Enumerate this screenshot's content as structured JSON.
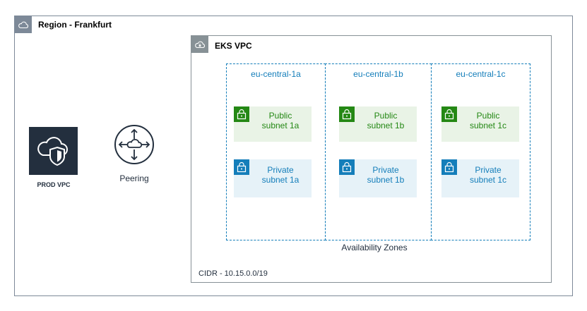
{
  "region": {
    "title": "Region - Frankfurt",
    "icon": "cloud-icon",
    "border_color": "#7d8998"
  },
  "prod_vpc": {
    "label": "PROD VPC",
    "icon": "vpc-shield-icon",
    "bg_color": "#232f3e"
  },
  "peering": {
    "label": "Peering",
    "icon": "peering-icon"
  },
  "eks_vpc": {
    "title": "EKS VPC",
    "icon": "vpc-cloud-lock-icon",
    "cidr": "CIDR - 10.15.0.0/19",
    "az_caption": "Availability Zones",
    "zones": [
      {
        "name": "eu-central-1a",
        "public": [
          "Public",
          "subnet 1a"
        ],
        "private": [
          "Private",
          "subnet 1a"
        ]
      },
      {
        "name": "eu-central-1b",
        "public": [
          "Public",
          "subnet 1b"
        ],
        "private": [
          "Private",
          "subnet 1b"
        ]
      },
      {
        "name": "eu-central-1c",
        "public": [
          "Public",
          "subnet 1c"
        ],
        "private": [
          "Private",
          "subnet 1c"
        ]
      }
    ]
  },
  "colors": {
    "public": "#248814",
    "private": "#147eba",
    "az_border": "#147eba",
    "public_bg": "#e9f3e6",
    "private_bg": "#e6f2f8"
  }
}
